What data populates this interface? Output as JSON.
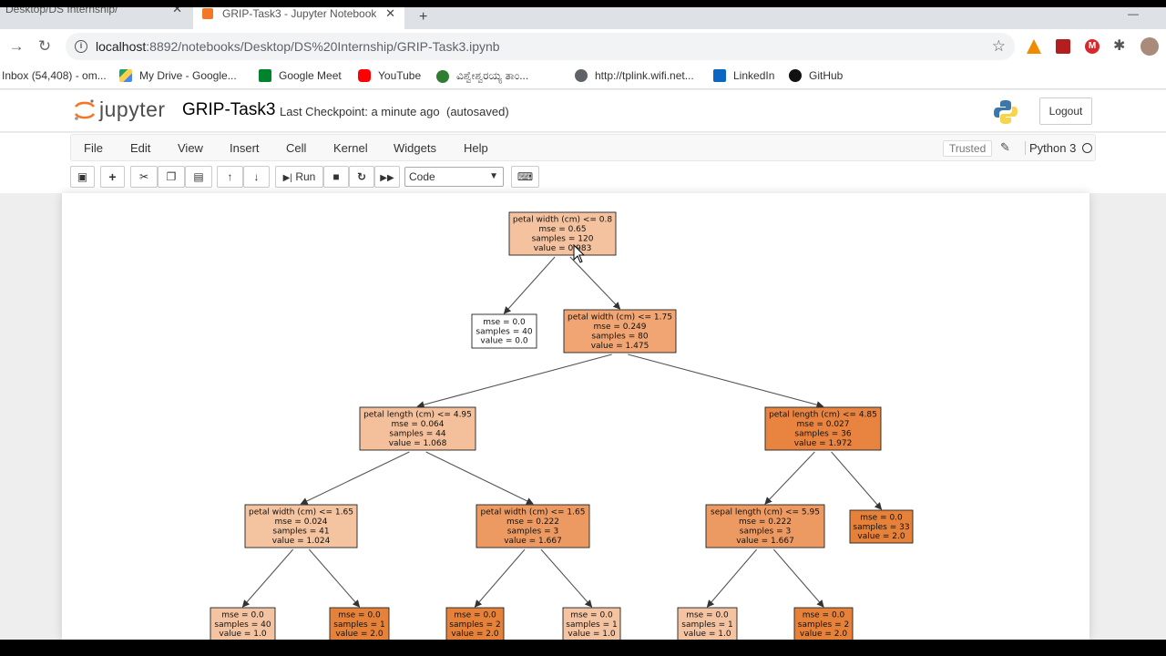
{
  "browser": {
    "tabs": [
      {
        "label": "Desktop/DS Internship/"
      },
      {
        "label": "GRIP-Task3 - Jupyter Notebook"
      }
    ],
    "close_glyph": "✕",
    "new_tab_glyph": "+",
    "url_host": "localhost",
    "url_rest": ":8892/notebooks/Desktop/DS%20Internship/GRIP-Task3.ipynb",
    "bookmarks": [
      {
        "label": "Inbox (54,408) - om...",
        "color": "#ffffff"
      },
      {
        "label": "My Drive - Google...",
        "color": "#1fa463"
      },
      {
        "label": "Google Meet",
        "color": "#00832d"
      },
      {
        "label": "YouTube",
        "color": "#ff0000"
      },
      {
        "label": "ವಿಶ್ವೇಶ್ವರಯ್ಯ ತಾಂ...",
        "color": "#2e7d32"
      },
      {
        "label": "http://tplink.wifi.net...",
        "color": "#5f6368"
      },
      {
        "label": "LinkedIn",
        "color": "#0a66c2"
      },
      {
        "label": "GitHub",
        "color": "#111111"
      }
    ]
  },
  "jupyter": {
    "logo_text": "jupyter",
    "notebook_title": "GRIP-Task3",
    "checkpoint": "Last Checkpoint: a minute ago",
    "autosave": "(autosaved)",
    "logout_label": "Logout",
    "menus": [
      "File",
      "Edit",
      "View",
      "Insert",
      "Cell",
      "Kernel",
      "Widgets",
      "Help"
    ],
    "trusted_label": "Trusted",
    "kernel_name": "Python 3",
    "run_label": "Run",
    "cell_type": "Code"
  },
  "tree": {
    "nodes": [
      {
        "id": "n0",
        "lines": [
          "petal width (cm) <= 0.8",
          "mse = 0.65",
          "samples = 120",
          "value = 0.983"
        ],
        "color": "#f4c29f"
      },
      {
        "id": "n1",
        "lines": [
          "mse = 0.0",
          "samples = 40",
          "value = 0.0"
        ],
        "color": "#ffffff"
      },
      {
        "id": "n2",
        "lines": [
          "petal width (cm) <= 1.75",
          "mse = 0.249",
          "samples = 80",
          "value = 1.475"
        ],
        "color": "#f0a572"
      },
      {
        "id": "n3",
        "lines": [
          "petal length (cm) <= 4.95",
          "mse = 0.064",
          "samples = 44",
          "value = 1.068"
        ],
        "color": "#f3c09b"
      },
      {
        "id": "n4",
        "lines": [
          "petal length (cm) <= 4.85",
          "mse = 0.027",
          "samples = 36",
          "value = 1.972"
        ],
        "color": "#e8843f"
      },
      {
        "id": "n5",
        "lines": [
          "petal width (cm) <= 1.65",
          "mse = 0.024",
          "samples = 41",
          "value = 1.024"
        ],
        "color": "#f4c3a0"
      },
      {
        "id": "n6",
        "lines": [
          "petal width (cm) <= 1.65",
          "mse = 0.222",
          "samples = 3",
          "value = 1.667"
        ],
        "color": "#ec9a62"
      },
      {
        "id": "n7",
        "lines": [
          "sepal length (cm) <= 5.95",
          "mse = 0.222",
          "samples = 3",
          "value = 1.667"
        ],
        "color": "#ec9a62"
      },
      {
        "id": "n8",
        "lines": [
          "mse = 0.0",
          "samples = 33",
          "value = 2.0"
        ],
        "color": "#e58139"
      },
      {
        "id": "n9",
        "lines": [
          "mse = 0.0",
          "samples = 40",
          "value = 1.0"
        ],
        "color": "#f4c4a2"
      },
      {
        "id": "n10",
        "lines": [
          "mse = 0.0",
          "samples = 1",
          "value = 2.0"
        ],
        "color": "#e58139"
      },
      {
        "id": "n11",
        "lines": [
          "mse = 0.0",
          "samples = 2",
          "value = 2.0"
        ],
        "color": "#e58139"
      },
      {
        "id": "n12",
        "lines": [
          "mse = 0.0",
          "samples = 1",
          "value = 1.0"
        ],
        "color": "#f4c4a2"
      },
      {
        "id": "n13",
        "lines": [
          "mse = 0.0",
          "samples = 1",
          "value = 1.0"
        ],
        "color": "#f4c4a2"
      },
      {
        "id": "n14",
        "lines": [
          "mse = 0.0",
          "samples = 2",
          "value = 2.0"
        ],
        "color": "#e58139"
      }
    ],
    "edges": [
      [
        "n0",
        "n1"
      ],
      [
        "n0",
        "n2"
      ],
      [
        "n2",
        "n3"
      ],
      [
        "n2",
        "n4"
      ],
      [
        "n3",
        "n5"
      ],
      [
        "n3",
        "n6"
      ],
      [
        "n4",
        "n7"
      ],
      [
        "n4",
        "n8"
      ],
      [
        "n5",
        "n9"
      ],
      [
        "n5",
        "n10"
      ],
      [
        "n6",
        "n11"
      ],
      [
        "n6",
        "n12"
      ],
      [
        "n7",
        "n13"
      ],
      [
        "n7",
        "n14"
      ]
    ]
  }
}
